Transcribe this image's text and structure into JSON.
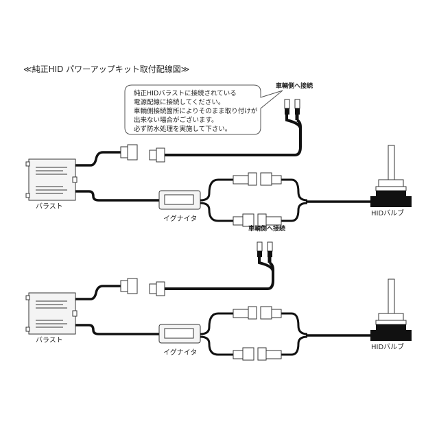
{
  "title": "≪純正HID パワーアップキット取付配線図≫",
  "callout": {
    "lines": [
      "純正HIDバラストに接続されている",
      "電源配線に接続してください。",
      "車輌側接続箇所によりそのまま取り付けが",
      "出来ない場合がございます。",
      "必ず防水処理を実施して下さい。"
    ]
  },
  "units": [
    {
      "vehicle_label": "車輌側へ接続",
      "ballast_label": "バラスト",
      "igniter_label": "イグナイタ",
      "bulb_label": "HIDバルブ"
    },
    {
      "vehicle_label": "車輌側へ接続",
      "ballast_label": "バラスト",
      "igniter_label": "イグナイタ",
      "bulb_label": "HIDバルブ"
    }
  ],
  "colors": {
    "wire": "#111111",
    "outline": "#333333",
    "fill": "#f4f4f4"
  }
}
